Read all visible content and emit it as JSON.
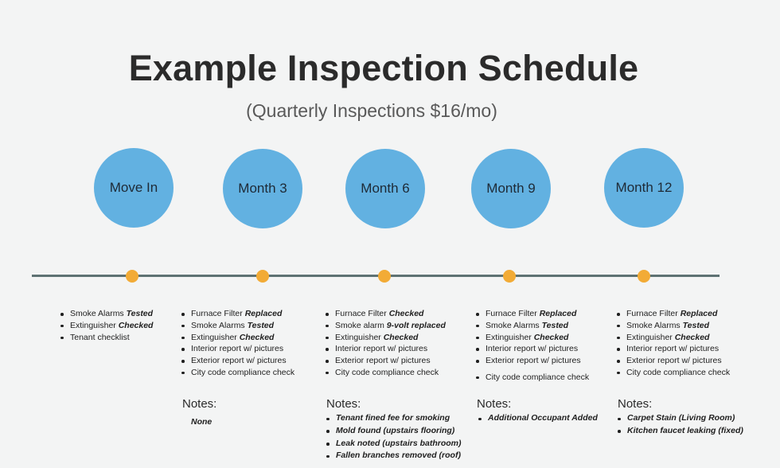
{
  "title": "Example Inspection Schedule",
  "subtitle": "(Quarterly Inspections $16/mo)",
  "colors": {
    "circle": "#62b1e1",
    "dot": "#f2ab36",
    "line": "#5e7273"
  },
  "milestones": [
    {
      "label": "Move In",
      "items": [
        {
          "text": "Smoke Alarms ",
          "em": "Tested"
        },
        {
          "text": "Extinguisher ",
          "em": "Checked"
        },
        {
          "text": "Tenant checklist",
          "em": ""
        }
      ]
    },
    {
      "label": "Month 3",
      "items": [
        {
          "text": "Furnace Filter ",
          "em": "Replaced"
        },
        {
          "text": "Smoke Alarms ",
          "em": "Tested"
        },
        {
          "text": "Extinguisher ",
          "em": "Checked"
        },
        {
          "text": "Interior report w/ pictures",
          "em": ""
        },
        {
          "text": "Exterior report w/ pictures",
          "em": ""
        },
        {
          "text": "City code compliance check",
          "em": ""
        }
      ],
      "notes_label": "Notes:",
      "notes_none": "None"
    },
    {
      "label": "Month 6",
      "items": [
        {
          "text": "Furnace Filter ",
          "em": "Checked"
        },
        {
          "text": "Smoke alarm ",
          "em": "9-volt replaced"
        },
        {
          "text": "Extinguisher ",
          "em": "Checked"
        },
        {
          "text": "Interior report w/ pictures",
          "em": ""
        },
        {
          "text": "Exterior report w/ pictures",
          "em": ""
        },
        {
          "text": "City code compliance check",
          "em": ""
        }
      ],
      "notes_label": "Notes:",
      "notes": [
        "Tenant fined fee for smoking",
        "Mold found (upstairs flooring)",
        "Leak noted (upstairs bathroom)",
        "Fallen branches removed (roof)"
      ]
    },
    {
      "label": "Month 9",
      "items": [
        {
          "text": "Furnace Filter ",
          "em": "Replaced"
        },
        {
          "text": "Smoke Alarms ",
          "em": "Tested"
        },
        {
          "text": "Extinguisher ",
          "em": "Checked"
        },
        {
          "text": "Interior report w/ pictures",
          "em": ""
        },
        {
          "text": "Exterior report w/ pictures",
          "em": ""
        },
        {
          "text": "City code compliance check",
          "em": ""
        }
      ],
      "notes_label": "Notes:",
      "notes": [
        "Additional Occupant Added"
      ]
    },
    {
      "label": "Month 12",
      "items": [
        {
          "text": "Furnace Filter ",
          "em": "Replaced"
        },
        {
          "text": "Smoke Alarms ",
          "em": "Tested"
        },
        {
          "text": "Extinguisher ",
          "em": "Checked"
        },
        {
          "text": "Interior report w/ pictures",
          "em": ""
        },
        {
          "text": "Exterior report w/ pictures",
          "em": ""
        },
        {
          "text": "City code compliance check",
          "em": ""
        }
      ],
      "notes_label": "Notes:",
      "notes": [
        "Carpet Stain (Living Room)",
        "Kitchen faucet leaking (fixed)"
      ]
    }
  ]
}
